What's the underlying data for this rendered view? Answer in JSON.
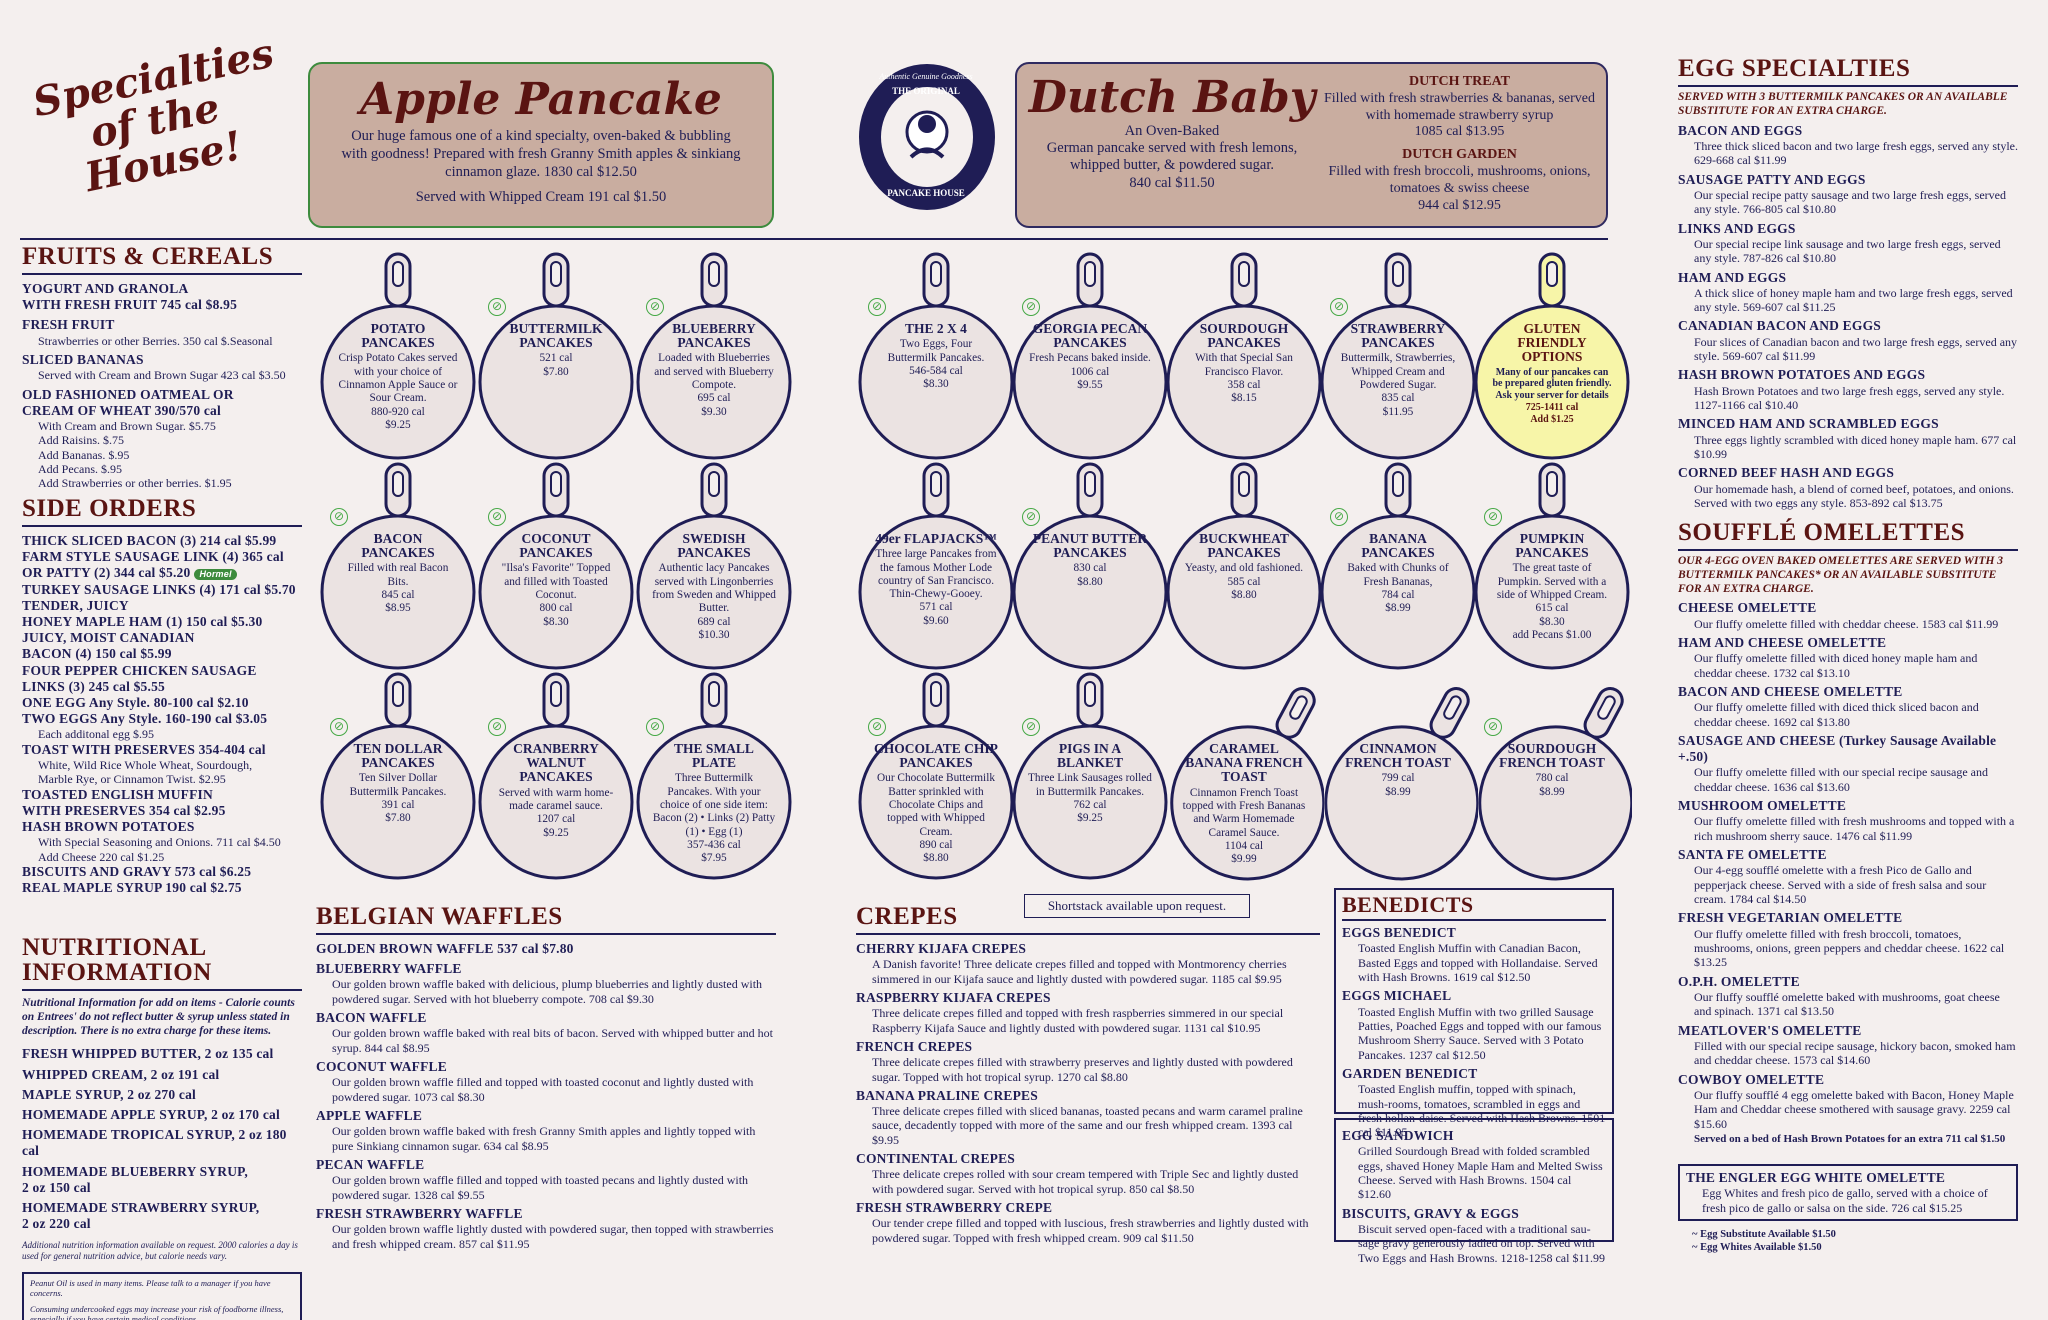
{
  "specialties": [
    "Specialties",
    "of the",
    "House!"
  ],
  "apple": {
    "title": "Apple Pancake",
    "desc": "Our huge famous one of a kind specialty, oven-baked & bubbling with goodness! Prepared with fresh Granny Smith apples & sinkiang cinnamon glaze.  1830 cal $12.50",
    "cream": "Served with Whipped Cream  191 cal $1.50"
  },
  "logo": {
    "top": "Authentic Genuine Goodness",
    "mid": "THE ORIGINAL",
    "bot": "PANCAKE HOUSE"
  },
  "dutch": {
    "title": "Dutch Baby",
    "sub": "An Oven-Baked",
    "desc": "German pancake served with fresh lemons, whipped butter, & powdered sugar.",
    "price": "840 cal $11.50",
    "treat_t": "DUTCH TREAT",
    "treat_d": "Filled with fresh strawberries & bananas, served with homemade strawberry syrup",
    "treat_p": "1085 cal $13.95",
    "garden_t": "DUTCH GARDEN",
    "garden_d": "Filled with fresh broccoli, mushrooms, onions, tomatoes & swiss cheese",
    "garden_p": "944 cal $12.95"
  },
  "fruits": {
    "title": "FRUITS & CEREALS",
    "items": [
      {
        "t": "YOGURT AND GRANOLA",
        "t2": "WITH FRESH FRUIT   745 cal $8.95",
        "d": ""
      },
      {
        "t": "FRESH FRUIT",
        "t2": "",
        "d": "Strawberries or other Berries.      350 cal $.Seasonal"
      },
      {
        "t": "SLICED BANANAS",
        "t2": "",
        "d": "Served with Cream and Brown Sugar  423 cal $3.50"
      },
      {
        "t": "OLD FASHIONED OATMEAL OR",
        "t2": "CREAM OF WHEAT    390/570 cal",
        "d": "With Cream and Brown Sugar.    $5.75"
      },
      {
        "t": "",
        "t2": "",
        "d": "Add Raisins.   $.75"
      },
      {
        "t": "",
        "t2": "",
        "d": "Add Bananas.   $.95"
      },
      {
        "t": "",
        "t2": "",
        "d": "Add Pecans.   $.95"
      },
      {
        "t": "",
        "t2": "",
        "d": "Add Strawberries or other berries.    $1.95"
      }
    ]
  },
  "side": {
    "title": "SIDE ORDERS",
    "items": [
      "THICK SLICED BACON (3)  214 cal $5.99",
      "FARM STYLE SAUSAGE LINK (4) 365 cal",
      "OR PATTY (2)   344 cal $5.20",
      "TURKEY SAUSAGE LINKS (4)    171 cal $5.70",
      "TENDER, JUICY",
      "HONEY MAPLE HAM (1)    150 cal $5.30",
      "JUICY, MOIST CANADIAN",
      "BACON (4)    150 cal $5.99",
      "FOUR PEPPER CHICKEN SAUSAGE",
      "LINKS (3)    245 cal $5.55",
      "ONE EGG Any Style.   80-100 cal $2.10",
      "TWO EGGS Any Style.   160-190 cal $3.05",
      "Each additonal egg    $.95",
      "TOAST WITH PRESERVES    354-404 cal",
      "White, Wild Rice Whole Wheat, Sourdough,",
      "Marble Rye, or Cinnamon Twist.    $2.95",
      "TOASTED ENGLISH MUFFIN",
      "WITH PRESERVES    354 cal $2.95",
      "HASH BROWN POTATOES",
      "With Special Seasoning and Onions.  711 cal $4.50",
      "Add Cheese    220 cal $1.25",
      "BISCUITS AND GRAVY    573 cal $6.25",
      "REAL MAPLE SYRUP    190 cal $2.75"
    ],
    "hormel": "Hormel"
  },
  "nutrition": {
    "title1": "NUTRITIONAL",
    "title2": "INFORMATION",
    "note": "Nutritional Information for add on items - Calorie counts on Entrees' do not reflect butter & syrup unless stated in description. There is no extra charge for these items.",
    "items": [
      "FRESH WHIPPED BUTTER, 2 oz 135 cal",
      "WHIPPED CREAM, 2 oz 191 cal",
      "MAPLE SYRUP, 2 oz 270 cal",
      "HOMEMADE APPLE SYRUP, 2 oz 170 cal",
      "HOMEMADE TROPICAL SYRUP, 2 oz 180 cal",
      "HOMEMADE BLUEBERRY SYRUP,",
      "2 oz 150 cal",
      "HOMEMADE STRAWBERRY SYRUP,",
      "2 oz 220 cal"
    ],
    "fine": "Additional nutrition information available on request. 2000 calories a day is used for general nutrition advice, but calorie needs vary.",
    "peanut": "Peanut Oil is used in many items. Please talk to a manager if you have concerns.",
    "raw": "Consuming undercooked eggs may increase your risk of foodborne illness, especially if you have certain medical conditions."
  },
  "pancakes": [
    {
      "n": "POTATO PANCAKES",
      "d": "Crisp Potato Cakes served with your choice of Cinnamon Apple Sauce or Sour Cream.",
      "p": "880-920 cal\n$9.25",
      "leaf": false
    },
    {
      "n": "BUTTERMILK PANCAKES",
      "d": "",
      "p": "521 cal\n$7.80",
      "leaf": true
    },
    {
      "n": "BLUEBERRY PANCAKES",
      "d": "Loaded with Blueberries and served with Blueberry Compote.",
      "p": "695 cal\n$9.30",
      "leaf": true
    },
    {
      "n": "BACON PANCAKES",
      "d": "Filled with real Bacon Bits.",
      "p": "845 cal\n$8.95",
      "leaf": true
    },
    {
      "n": "COCONUT PANCAKES",
      "d": "\"Ilsa's Favorite\" Topped and filled with Toasted Coconut.",
      "p": "800 cal\n$8.30",
      "leaf": true
    },
    {
      "n": "SWEDISH PANCAKES",
      "d": "Authentic lacy Pancakes served with Lingonberries from Sweden and Whipped Butter.",
      "p": "689 cal\n$10.30",
      "leaf": false
    },
    {
      "n": "TEN DOLLAR PANCAKES",
      "d": "Ten Silver Dollar Buttermilk Pancakes.",
      "p": "391 cal\n$7.80",
      "leaf": true
    },
    {
      "n": "CRANBERRY WALNUT PANCAKES",
      "d": "Served with warm home-made caramel sauce.",
      "p": "1207 cal\n$9.25",
      "leaf": true
    },
    {
      "n": "THE SMALL PLATE",
      "d": "Three Buttermilk Pancakes. With your choice of one side item: Bacon (2) • Links (2) Patty (1) • Egg (1)",
      "p": "357-436 cal\n$7.95",
      "leaf": true
    },
    {
      "n": "THE 2 X 4",
      "d": "Two Eggs, Four Buttermilk Pancakes.",
      "p": "546-584 cal\n$8.30",
      "leaf": true
    },
    {
      "n": "GEORGIA PECAN PANCAKES",
      "d": "Fresh Pecans baked inside.",
      "p": "1006 cal\n$9.55",
      "leaf": true
    },
    {
      "n": "SOURDOUGH PANCAKES",
      "d": "With that Special San Francisco Flavor.",
      "p": "358 cal\n$8.15",
      "leaf": false
    },
    {
      "n": "STRAWBERRY PANCAKES",
      "d": "Buttermilk, Strawberries, Whipped Cream and Powdered Sugar.",
      "p": "835 cal\n$11.95",
      "leaf": true
    },
    {
      "n": "GLUTEN FRIENDLY OPTIONS",
      "d": "Many of our pancakes can be prepared gluten friendly. Ask your server for details",
      "p": "725-1411 cal\nAdd $1.25",
      "leaf": false
    },
    {
      "n": "49er FLAPJACKS™",
      "d": "Three large Pancakes from the famous Mother Lode country of San Francisco. Thin-Chewy-Gooey.",
      "p": "571 cal\n$9.60",
      "leaf": false
    },
    {
      "n": "PEANUT BUTTER PANCAKES",
      "d": "",
      "p": "830 cal\n$8.80",
      "leaf": true
    },
    {
      "n": "BUCKWHEAT PANCAKES",
      "d": "Yeasty, and old fashioned.",
      "p": "585 cal\n$8.80",
      "leaf": false
    },
    {
      "n": "BANANA PANCAKES",
      "d": "Baked with Chunks of Fresh Bananas,",
      "p": "784 cal\n$8.99",
      "leaf": true
    },
    {
      "n": "PUMPKIN PANCAKES",
      "d": "The great taste of Pumpkin. Served with a side of Whipped Cream.",
      "p": "615 cal\n$8.30\nadd Pecans $1.00",
      "leaf": true
    },
    {
      "n": "CHOCOLATE CHIP PANCAKES",
      "d": "Our Chocolate Buttermilk Batter sprinkled with Chocolate Chips and topped with Whipped Cream.",
      "p": "890 cal\n$8.80",
      "leaf": true
    },
    {
      "n": "PIGS IN A BLANKET",
      "d": "Three Link Sausages rolled in Buttermilk Pancakes.",
      "p": "762 cal\n$9.25",
      "leaf": true
    },
    {
      "n": "CARAMEL BANANA FRENCH TOAST",
      "d": "Cinnamon French Toast topped with Fresh Bananas and Warm Homemade Caramel Sauce.",
      "p": "1104 cal\n$9.99",
      "leaf": false
    },
    {
      "n": "CINNAMON FRENCH TOAST",
      "d": "",
      "p": "799 cal\n$8.99",
      "leaf": false
    },
    {
      "n": "SOURDOUGH FRENCH TOAST",
      "d": "",
      "p": "780 cal\n$8.99",
      "leaf": true
    }
  ],
  "shortstack": "Shortstack available upon request.",
  "waffles": {
    "title": "BELGIAN WAFFLES",
    "items": [
      {
        "t": "GOLDEN BROWN WAFFLE   537 cal $7.80",
        "d": ""
      },
      {
        "t": "BLUEBERRY WAFFLE",
        "d": "Our golden brown waffle baked with delicious, plump  blueberries and lightly dusted with powdered sugar. Served with hot blueberry compote.    708 cal $9.30"
      },
      {
        "t": "BACON WAFFLE",
        "d": "Our golden brown waffle baked with real bits of bacon. Served with whipped butter and hot syrup.    844 cal $8.95"
      },
      {
        "t": "COCONUT WAFFLE",
        "d": "Our golden brown waffle filled and topped with toasted coconut and lightly dusted with powdered sugar.    1073 cal $8.30"
      },
      {
        "t": "APPLE WAFFLE",
        "d": "Our golden brown waffle baked with fresh Granny Smith apples and lightly topped with pure Sinkiang cinnamon sugar.    634 cal $8.95"
      },
      {
        "t": "PECAN WAFFLE",
        "d": "Our golden brown waffle filled and topped with toasted pecans and lightly dusted with powdered sugar.    1328 cal $9.55"
      },
      {
        "t": "FRESH STRAWBERRY WAFFLE",
        "d": "Our golden brown waffle lightly dusted with powdered sugar, then topped with strawberries and fresh whipped cream.    857 cal $11.95"
      }
    ]
  },
  "crepes": {
    "title": "CREPES",
    "items": [
      {
        "t": "CHERRY KIJAFA CREPES",
        "d": "A Danish favorite! Three delicate crepes filled and topped with Montmorency cherries simmered in our Kijafa sauce and lightly dusted with powdered sugar.    1185 cal $9.95"
      },
      {
        "t": "RASPBERRY KIJAFA CREPES",
        "d": "Three delicate crepes filled and topped with fresh raspberries simmered in our special Raspberry Kijafa Sauce and lightly dusted with powdered sugar.    1131 cal $10.95"
      },
      {
        "t": "FRENCH CREPES",
        "d": "Three delicate crepes filled with strawberry preserves and lightly dusted with powdered sugar. Topped with hot tropical syrup.    1270 cal $8.80"
      },
      {
        "t": "BANANA PRALINE CREPES",
        "d": "Three delicate crepes filled with sliced bananas, toasted pecans and warm caramel praline sauce, decadently topped with more of the same and our fresh whipped cream.    1393 cal $9.95"
      },
      {
        "t": "CONTINENTAL CREPES",
        "d": "Three delicate crepes rolled with sour cream tempered with Triple Sec and lightly dusted with powdered sugar. Served with hot tropical syrup.    850 cal $8.50"
      },
      {
        "t": "FRESH STRAWBERRY CREPE",
        "d": "Our tender crepe filled and topped with luscious, fresh strawberries and lightly dusted with powdered sugar. Topped with fresh whipped cream.    909 cal $11.50"
      }
    ]
  },
  "benedicts": {
    "title": "BENEDICTS",
    "items": [
      {
        "t": "EGGS BENEDICT",
        "d": "Toasted English Muffin with Canadian Bacon, Basted Eggs and topped with Hollandaise. Served with Hash Browns.    1619 cal $12.50"
      },
      {
        "t": "EGGS MICHAEL",
        "d": "Toasted English Muffin with two grilled Sausage Patties, Poached Eggs and topped with our famous Mushroom Sherry Sauce. Served with 3 Potato Pancakes.    1237 cal $12.50"
      },
      {
        "t": "GARDEN BENEDICT",
        "d": "Toasted English muffin, topped with spinach, mush-rooms, tomatoes, scrambled in eggs and fresh hollan-daise. Served with Hash Browns.    1501 cal $11.95"
      }
    ],
    "sandwich": [
      {
        "t": "EGG SANDWICH",
        "d": "Grilled Sourdough Bread with folded scrambled eggs, shaved Honey Maple Ham and Melted Swiss Cheese. Served with Hash Browns.  1504 cal $12.60"
      },
      {
        "t": "BISCUITS, GRAVY & EGGS",
        "d": "Biscuit served open-faced with a traditional sau-sage gravy generously ladled on top. Served with Two Eggs and Hash Browns.    1218-1258 cal $11.99"
      }
    ]
  },
  "eggs": {
    "title": "EGG SPECIALTIES",
    "note": "SERVED WITH 3 BUTTERMILK PANCAKES OR AN AVAILABLE SUBSTITUTE FOR AN EXTRA CHARGE.",
    "items": [
      {
        "t": "BACON AND EGGS",
        "d": "Three thick sliced bacon and two large fresh eggs, served any style.    629-668 cal $11.99"
      },
      {
        "t": "SAUSAGE PATTY AND EGGS",
        "d": "Our special recipe patty sausage and two large fresh eggs, served any style.    766-805 cal $10.80"
      },
      {
        "t": "LINKS AND EGGS",
        "d": "Our special recipe link sausage and two large fresh eggs, served any style.    787-826 cal $10.80"
      },
      {
        "t": "HAM AND EGGS",
        "d": "A thick slice of honey maple ham and two large fresh eggs, served any style.    569-607 cal $11.25"
      },
      {
        "t": "CANADIAN BACON AND EGGS",
        "d": "Four slices of Canadian bacon and two large fresh eggs, served any style.    569-607 cal $11.99"
      },
      {
        "t": "HASH BROWN POTATOES AND EGGS",
        "d": "Hash Brown Potatoes and two large fresh eggs, served any style.    1127-1166 cal $10.40"
      },
      {
        "t": "MINCED HAM AND SCRAMBLED EGGS",
        "d": "Three eggs lightly scrambled with diced honey maple ham.    677 cal $10.99"
      },
      {
        "t": "CORNED BEEF HASH AND EGGS",
        "d": "Our homemade hash, a blend of corned beef, potatoes, and onions. Served with two eggs any style.    853-892 cal $13.75"
      }
    ]
  },
  "souffle": {
    "title": "SOUFFLÉ OMELETTES",
    "note": "OUR 4-EGG OVEN BAKED OMELETTES ARE SERVED WITH 3 BUTTERMILK PANCAKES* OR AN AVAILABLE SUBSTITUTE FOR AN EXTRA CHARGE.",
    "items": [
      {
        "t": "CHEESE OMELETTE",
        "d": "Our fluffy omelette filled with cheddar cheese.    1583 cal $11.99"
      },
      {
        "t": "HAM AND CHEESE OMELETTE",
        "d": "Our fluffy omelette filled with diced honey maple ham and cheddar cheese.    1732 cal $13.10"
      },
      {
        "t": "BACON AND CHEESE OMELETTE",
        "d": "Our fluffy omelette filled with diced thick sliced bacon and cheddar cheese.    1692 cal $13.80"
      },
      {
        "t": "SAUSAGE AND CHEESE (Turkey Sausage Available +.50)",
        "d": "Our fluffy omelette filled with our special recipe sausage and cheddar cheese.    1636 cal $13.60"
      },
      {
        "t": "MUSHROOM OMELETTE",
        "d": "Our fluffy omelette filled with fresh mushrooms and topped with a rich mushroom sherry sauce.    1476 cal $11.99"
      },
      {
        "t": "SANTA FE OMELETTE",
        "d": "Our 4-egg soufflé omelette with a fresh Pico de Gallo and pepperjack cheese. Served with a side of fresh salsa and sour cream.    1784 cal $14.50"
      },
      {
        "t": "FRESH VEGETARIAN OMELETTE",
        "d": "Our fluffy omelette filled with fresh broccoli, tomatoes, mushrooms, onions, green peppers and cheddar cheese.    1622 cal $13.25"
      },
      {
        "t": "O.P.H. OMELETTE",
        "d": "Our fluffy soufflé omelette baked with mushrooms, goat cheese and spinach.    1371 cal $13.50"
      },
      {
        "t": "MEATLOVER'S OMELETTE",
        "d": "Filled with our special recipe sausage, hickory bacon, smoked ham and cheddar cheese.    1573 cal $14.60"
      },
      {
        "t": "COWBOY OMELETTE",
        "d": "Our fluffy soufflé 4 egg omelette baked with Bacon, Honey Maple Ham and Cheddar cheese smothered with sausage gravy.    2259 cal $15.60"
      }
    ],
    "hash": "Served on a bed of Hash Brown Potatoes for an extra 711 cal $1.50",
    "engler_t": "THE ENGLER EGG WHITE OMELETTE",
    "engler_d": "Egg Whites and fresh pico de gallo, served with a choice of fresh pico de gallo or salsa on the side.  726 cal $15.25",
    "sub1": "~ Egg Substitute Available    $1.50",
    "sub2": "~ Egg Whites Available    $1.50"
  }
}
